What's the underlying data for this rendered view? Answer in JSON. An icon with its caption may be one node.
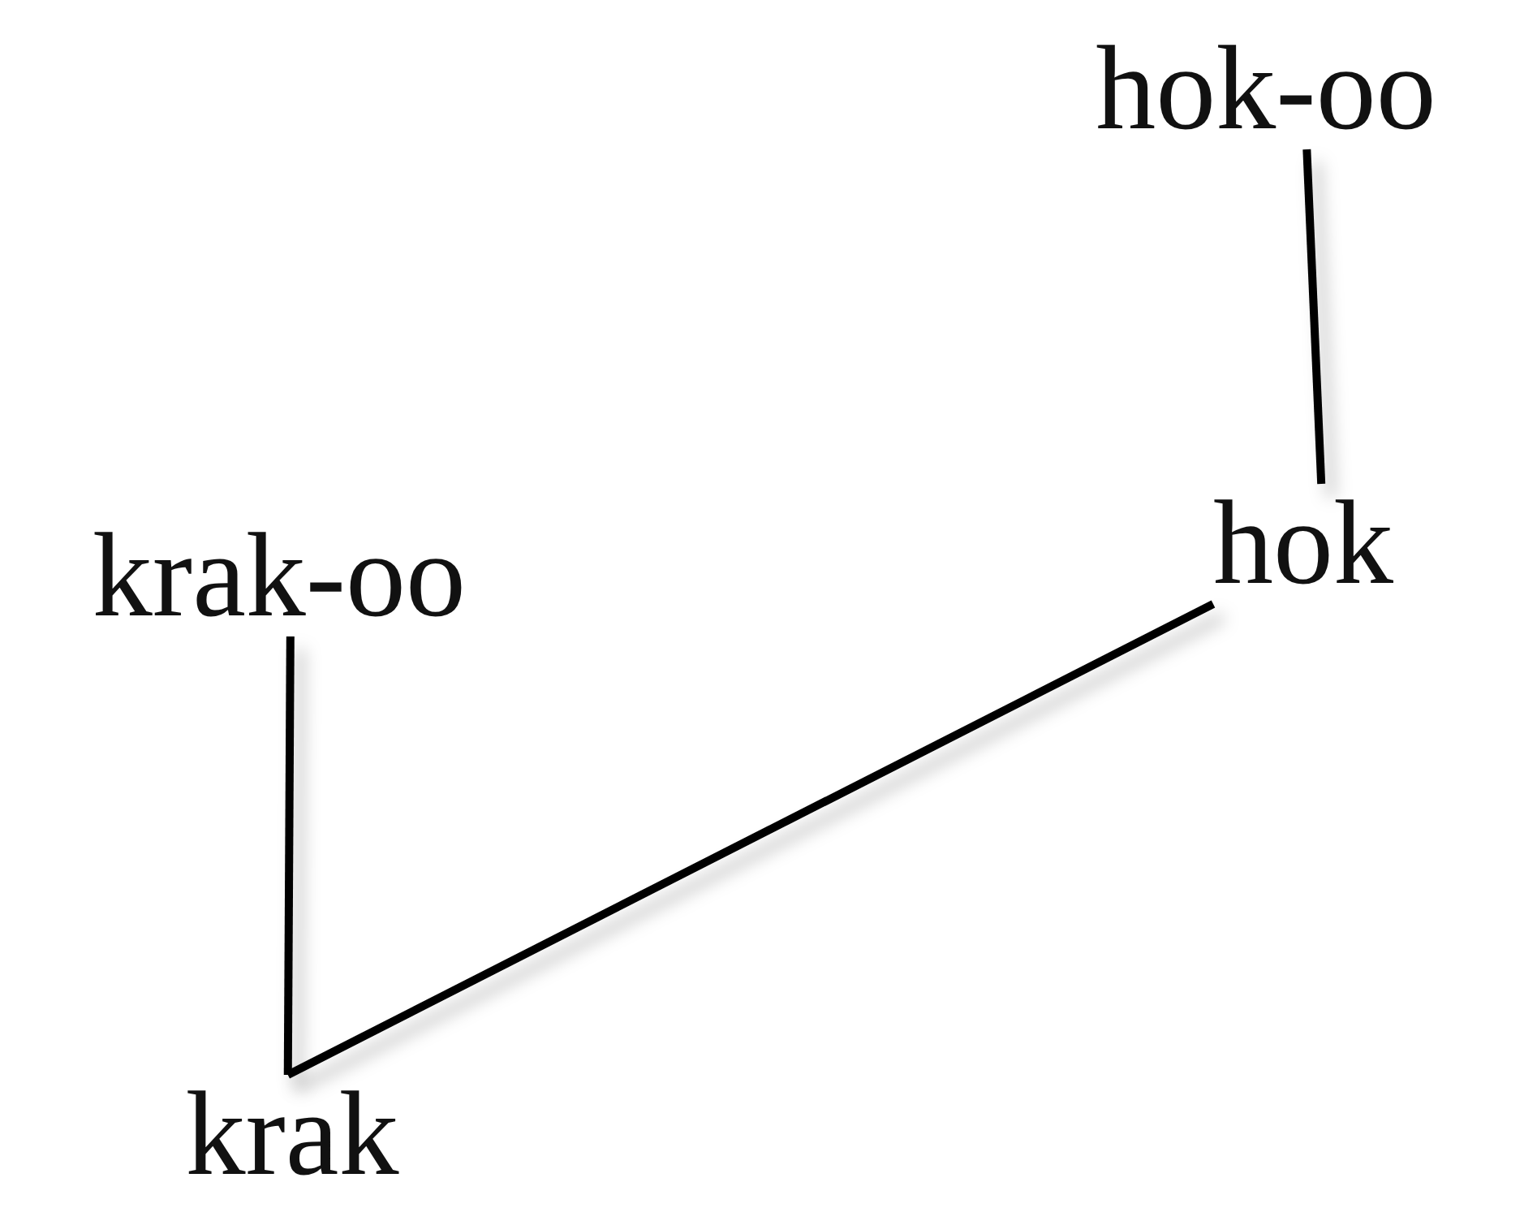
{
  "diagram": {
    "nodes": [
      {
        "text": [
          "hok-oo"
        ]
      },
      {
        "text": [
          "hok"
        ]
      },
      {
        "text": [
          "krak-oo"
        ]
      },
      {
        "text": [
          "krak"
        ]
      }
    ],
    "edges": [
      {
        "from": 0,
        "to": 1,
        "arrow": "none"
      },
      {
        "from": 2,
        "to": 3,
        "arrow": "none"
      },
      {
        "from": 3,
        "to": 1,
        "arrow": "none"
      }
    ]
  }
}
